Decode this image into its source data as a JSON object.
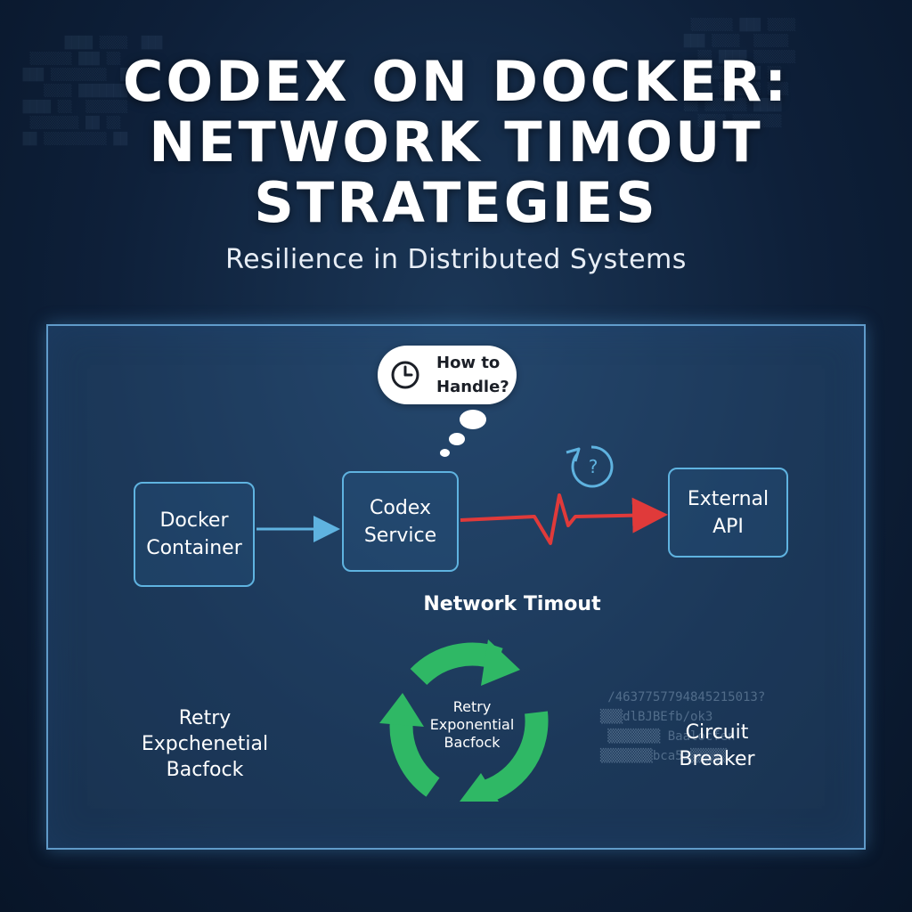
{
  "title": {
    "line1": "CODEX ON DOCKER:",
    "line2": "NETWORK TIMOUT",
    "line3": "STRATEGIES"
  },
  "subtitle": "Resilience in Distributed Systems",
  "bubble": {
    "text": "How to\nHandle?",
    "icon": "clock-icon"
  },
  "nodes": {
    "docker": "Docker\nContainer",
    "codex": "Codex\nService",
    "api": "External\nAPI"
  },
  "labels": {
    "timeout": "Network Timout",
    "retry_left": "Retry\nExpchenetial\nBacfock",
    "retry_center": "Retry\nExponential\nBacfock",
    "circuit": "Circuit\nBreaker"
  },
  "icons": {
    "refresh_question": "refresh-question-icon",
    "cycle_arrows": "cycle-arrows-icon"
  },
  "colors": {
    "accent_blue": "#5fb3e0",
    "timeout_red": "#e03a3a",
    "cycle_green": "#2fb865"
  }
}
